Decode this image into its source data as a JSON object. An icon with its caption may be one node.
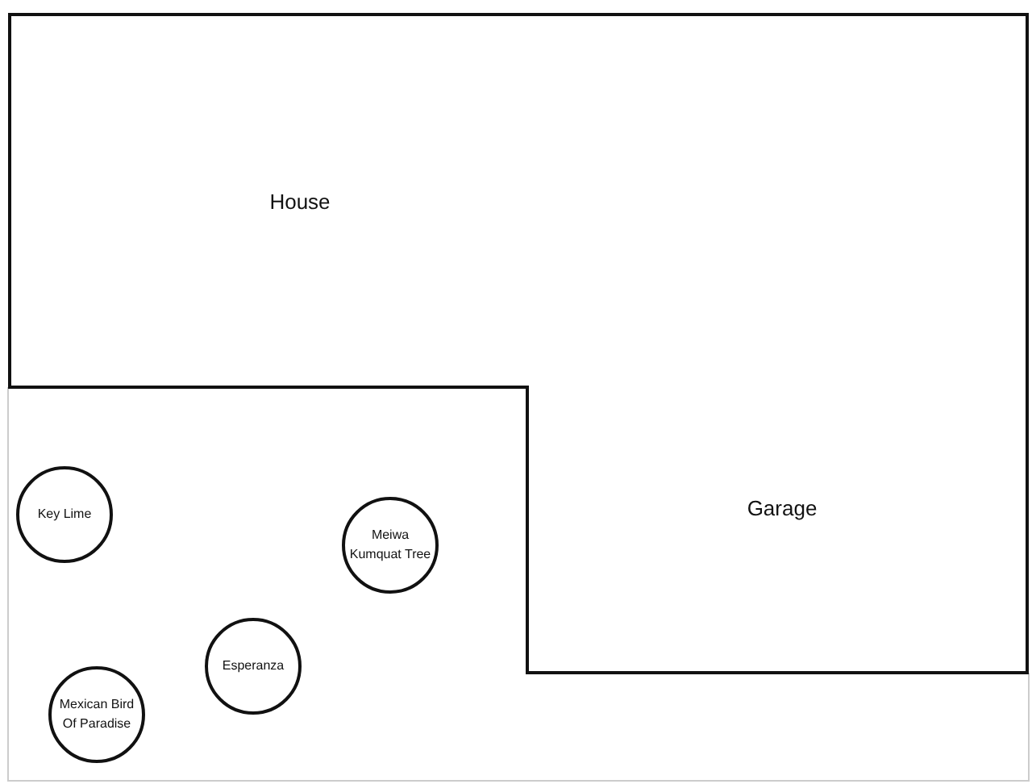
{
  "diagram": {
    "nodes": [
      {
        "text": [
          "House",
          "Garage"
        ]
      },
      {
        "text": [
          "Key Lime"
        ]
      },
      {
        "text": [
          "Meiwa Kumquat Tree"
        ]
      },
      {
        "text": [
          "Esperanza"
        ]
      },
      {
        "text": [
          "Mexican Bird Of Paradise"
        ]
      }
    ],
    "edges": []
  }
}
